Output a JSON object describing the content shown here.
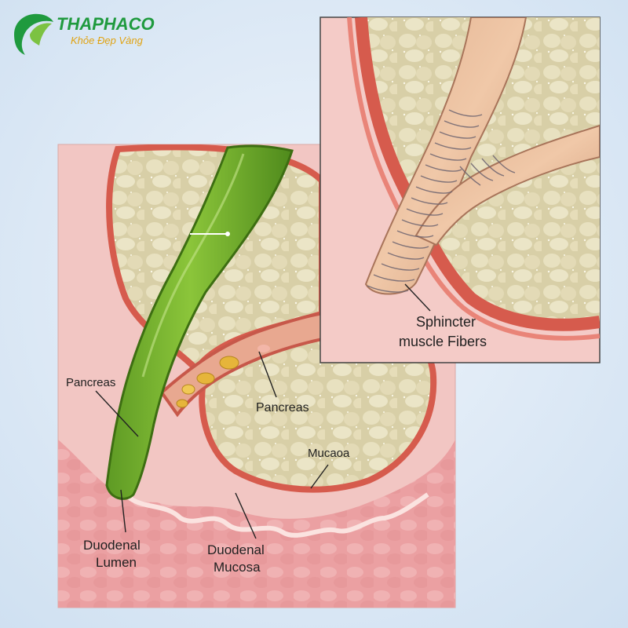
{
  "brand": {
    "name": "THAPHACO",
    "tagline": "Khỏe Đẹp Vàng",
    "colors": {
      "primary": "#1f9a3e",
      "accent": "#f2b716"
    }
  },
  "labels": {
    "pancreas_left": "Pancreas",
    "pancreas_center": "Pancreas",
    "mucaoa": "Mucaoa",
    "duodenal_lumen_1": "Duodenal",
    "duodenal_lumen_2": "Lumen",
    "duodenal_mucosa_1": "Duodenal",
    "duodenal_mucosa_2": "Mucosa",
    "sphincter_1": "Sphincter",
    "sphincter_2": "muscle Fibers"
  }
}
